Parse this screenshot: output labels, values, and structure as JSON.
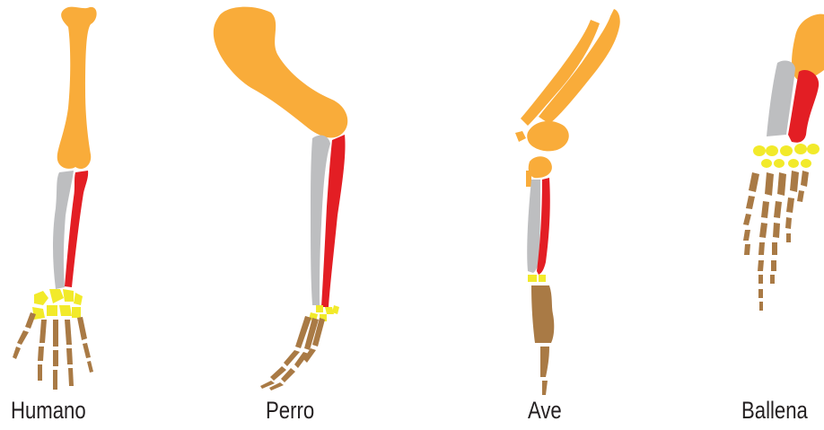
{
  "labels": {
    "humano": "Humano",
    "perro": "Perro",
    "ave": "Ave",
    "ballena": "Ballena"
  },
  "colors": {
    "humerus": "#f9ac3a",
    "ulna": "#bdbec0",
    "radius": "#e31e24",
    "carpals": "#f2ea2a",
    "phalanges": "#a97a45"
  }
}
